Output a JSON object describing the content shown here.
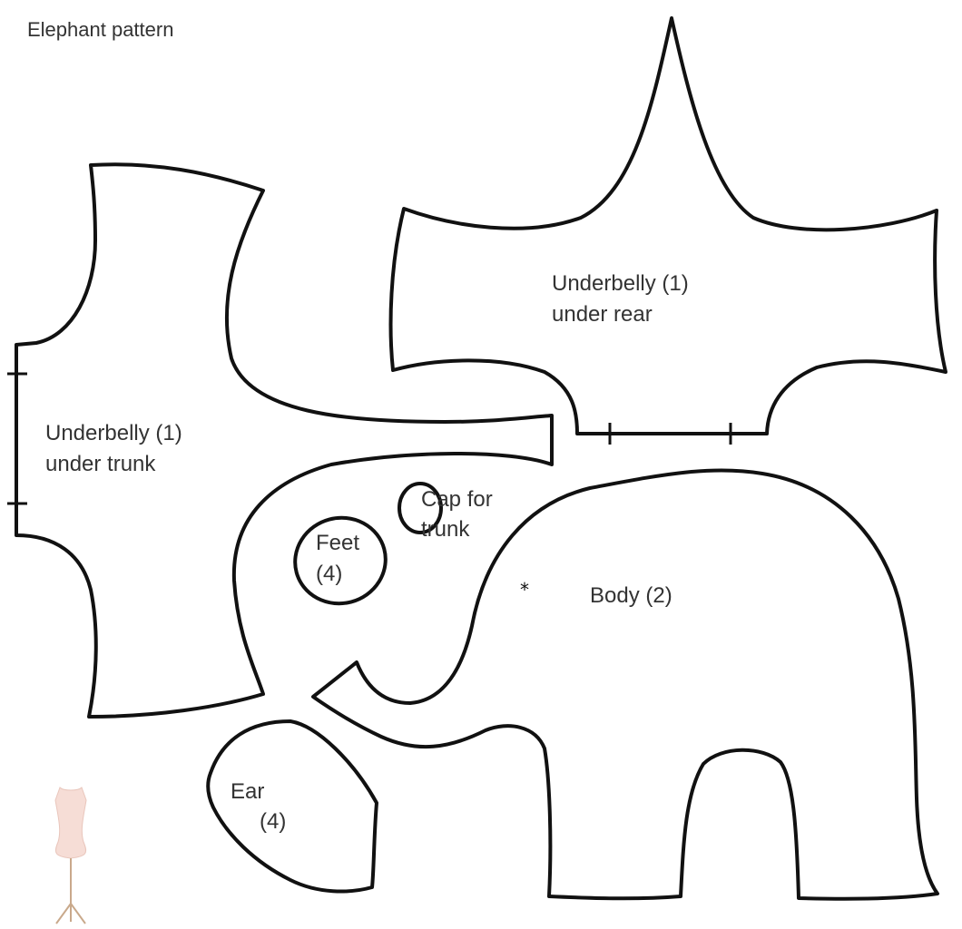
{
  "title": "Elephant pattern",
  "pieces": {
    "underbelly_trunk": {
      "line1": "Underbelly (1)",
      "line2": "under trunk"
    },
    "underbelly_rear": {
      "line1": "Underbelly (1)",
      "line2": "under rear"
    },
    "cap": {
      "line1": "Cap for",
      "line2": "trunk"
    },
    "feet": {
      "line1": "Feet",
      "line2": "(4)"
    },
    "body": {
      "label": "Body (2)",
      "eye_mark": "*"
    },
    "ear": {
      "line1": "Ear",
      "line2": "(4)"
    }
  },
  "icons": {
    "mannequin": "dress-form-icon"
  },
  "colors": {
    "outline": "#111111",
    "text": "#333333",
    "mannequin": "#f6ddd6"
  }
}
